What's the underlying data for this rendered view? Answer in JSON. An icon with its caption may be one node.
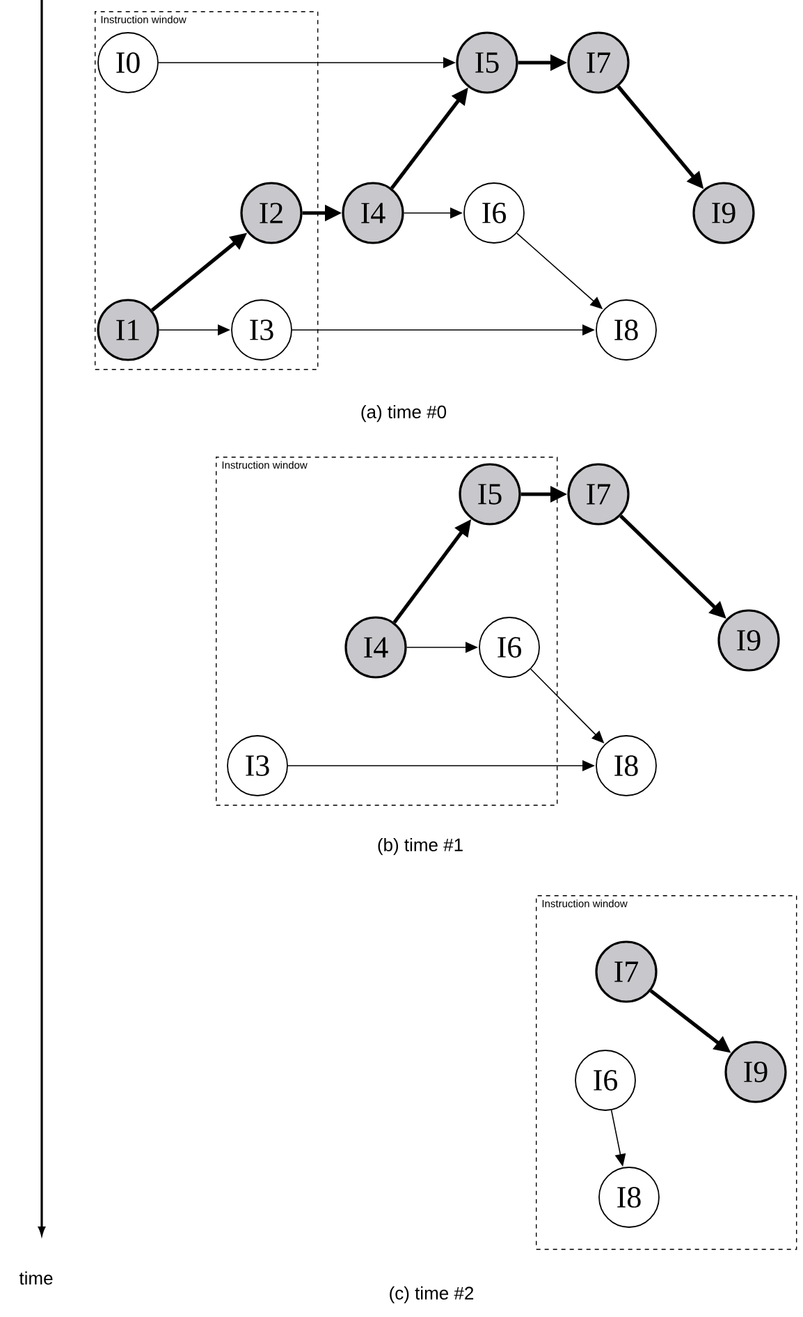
{
  "diagram": {
    "nodes": [
      {
        "text": [
          "Instruction window"
        ]
      },
      {
        "text": [
          "I0"
        ],
        "in": 0
      },
      {
        "text": [
          "I1"
        ],
        "in": 0
      },
      {
        "text": [
          "I2"
        ],
        "in": 0
      },
      {
        "text": [
          "I3"
        ],
        "in": 0
      },
      {
        "text": [
          "I4"
        ]
      },
      {
        "text": [
          "I5"
        ]
      },
      {
        "text": [
          "I6"
        ]
      },
      {
        "text": [
          "I7"
        ]
      },
      {
        "text": [
          "I8"
        ]
      },
      {
        "text": [
          "I9"
        ]
      },
      {
        "text": [
          "Instruction window"
        ]
      },
      {
        "text": [
          "I3"
        ],
        "in": 11
      },
      {
        "text": [
          "I4"
        ],
        "in": 11
      },
      {
        "text": [
          "I5"
        ],
        "in": 11
      },
      {
        "text": [
          "I6"
        ],
        "in": 11
      },
      {
        "text": [
          "I7"
        ]
      },
      {
        "text": [
          "I8"
        ]
      },
      {
        "text": [
          "I9"
        ]
      },
      {
        "text": [
          "Instruction window"
        ]
      },
      {
        "text": [
          "I7"
        ],
        "in": 19
      },
      {
        "text": [
          "I9"
        ],
        "in": 19
      },
      {
        "text": [
          "I6"
        ],
        "in": 19
      },
      {
        "text": [
          "I8"
        ],
        "in": 19
      }
    ],
    "edges": [
      {
        "from": 1,
        "to": 6,
        "arrow": "to"
      },
      {
        "from": 2,
        "to": 3,
        "arrow": "to",
        "style": "thick"
      },
      {
        "from": 2,
        "to": 4,
        "arrow": "to"
      },
      {
        "from": 3,
        "to": 5,
        "arrow": "to",
        "style": "thick"
      },
      {
        "from": 4,
        "to": 9,
        "arrow": "to"
      },
      {
        "from": 5,
        "to": 6,
        "arrow": "to",
        "style": "thick"
      },
      {
        "from": 5,
        "to": 7,
        "arrow": "to"
      },
      {
        "from": 6,
        "to": 8,
        "arrow": "to",
        "style": "thick"
      },
      {
        "from": 7,
        "to": 9,
        "arrow": "to"
      },
      {
        "from": 8,
        "to": 10,
        "arrow": "to",
        "style": "thick"
      },
      {
        "from": 13,
        "to": 14,
        "arrow": "to",
        "style": "thick"
      },
      {
        "from": 13,
        "to": 15,
        "arrow": "to"
      },
      {
        "from": 14,
        "to": 16,
        "arrow": "to",
        "style": "thick"
      },
      {
        "from": 15,
        "to": 17,
        "arrow": "to"
      },
      {
        "from": 12,
        "to": 17,
        "arrow": "to"
      },
      {
        "from": 16,
        "to": 18,
        "arrow": "to",
        "style": "thick"
      },
      {
        "from": 20,
        "to": 21,
        "arrow": "to",
        "style": "thick"
      },
      {
        "from": 22,
        "to": 23,
        "arrow": "to"
      }
    ],
    "labels": [
      "(a) time #0",
      "(b) time #1",
      "(c) time #2",
      "time"
    ]
  }
}
